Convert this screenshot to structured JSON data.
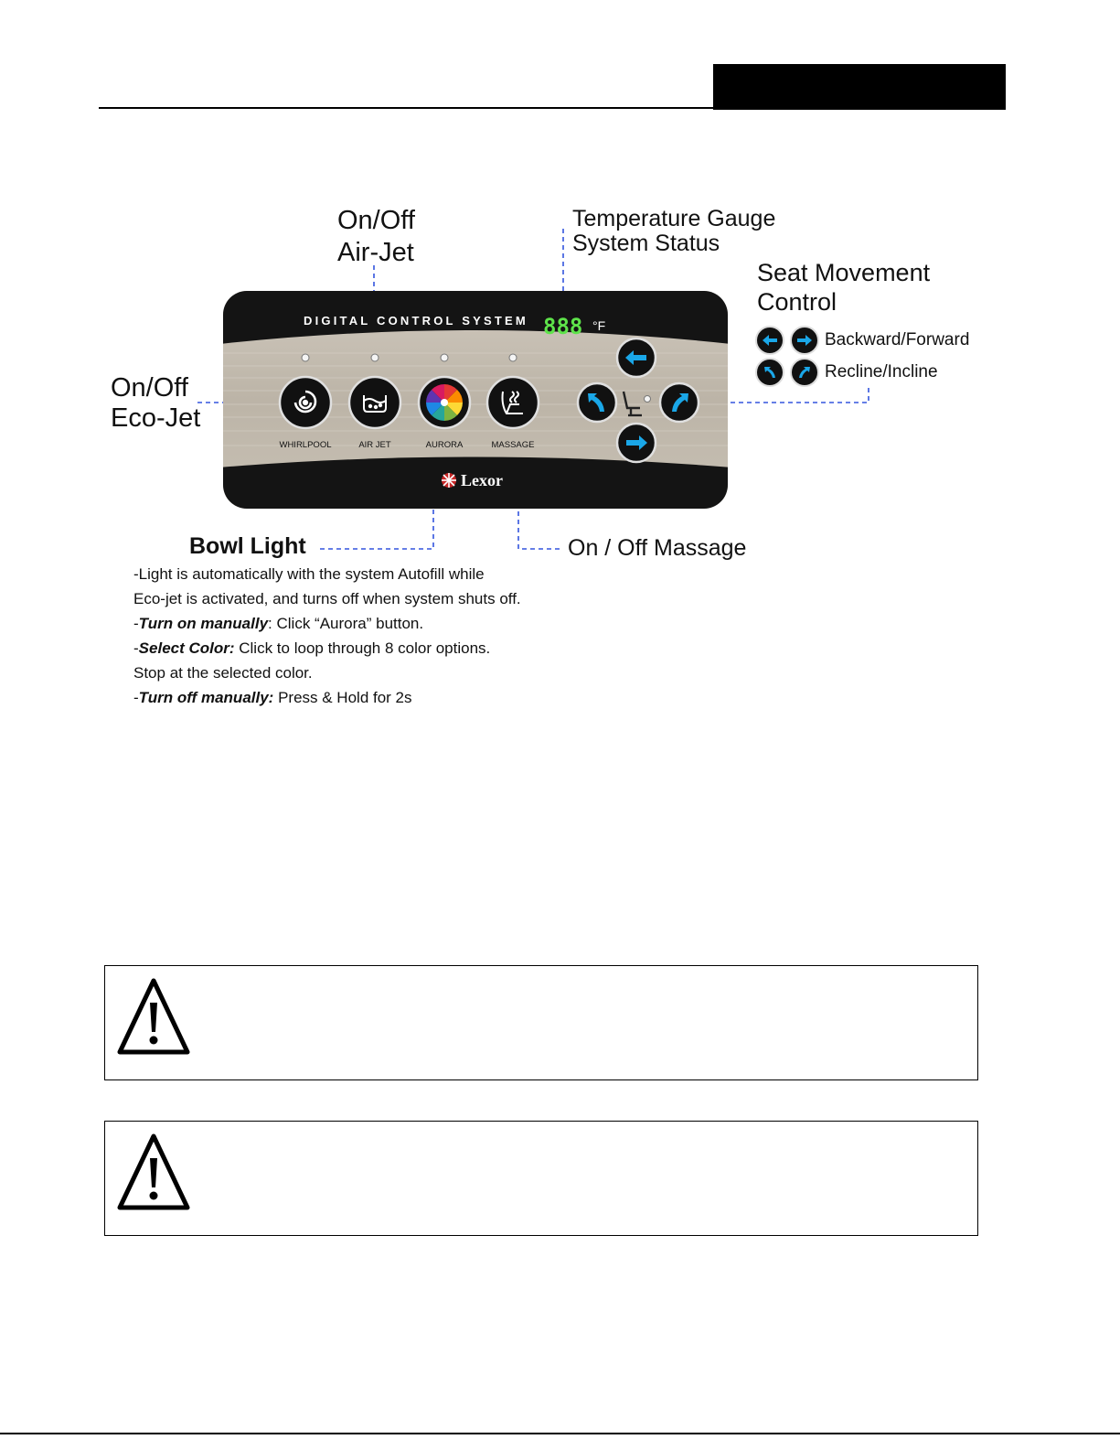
{
  "callouts": {
    "air_jet_line1": "On/Off",
    "air_jet_line2": "Air-Jet",
    "temperature_line1": "Temperature Gauge",
    "temperature_line2": "System Status",
    "seat_line1": "Seat Movement",
    "seat_line2": "Control",
    "eco_jet_line1": "On/Off",
    "eco_jet_line2": "Eco-Jet",
    "bowl_light": "Bowl Light",
    "massage": "On / Off Massage",
    "legend_backward_forward": "Backward/Forward",
    "legend_recline_incline": "Recline/Incline"
  },
  "panel": {
    "title": "DIGITAL CONTROL SYSTEM",
    "display_value": "888",
    "display_unit": "°F",
    "brand": "Lexor",
    "buttons": [
      {
        "label": "WHIRLPOOL",
        "icon": "whirlpool-icon"
      },
      {
        "label": "AIR JET",
        "icon": "air-jet-icon"
      },
      {
        "label": "AURORA",
        "icon": "aurora-color-wheel-icon"
      },
      {
        "label": "MASSAGE",
        "icon": "massage-icon"
      }
    ],
    "seat_controls": [
      "arrow-left-icon",
      "recline-icon",
      "seat-icon",
      "incline-icon",
      "arrow-right-icon"
    ]
  },
  "notes": {
    "line1": "-Light is automatically with the system Autofill while",
    "line2": "Eco-jet is activated, and turns off when system shuts off.",
    "line3_prefix": "-",
    "line3_em": "Turn on manually",
    "line3_rest": ": Click “Aurora” button.",
    "line4_prefix": "-",
    "line4_em": "Select Color:",
    "line4_rest": " Click to loop through 8 color options.",
    "line5": "Stop at the selected color.",
    "line6_prefix": "-",
    "line6_em": "Turn off manually:",
    "line6_rest": " Press & Hold for 2s"
  },
  "colors": {
    "display_green": "#5ee34a",
    "arrow_blue": "#1aa7e8",
    "callout_line_blue": "#3355dd"
  }
}
